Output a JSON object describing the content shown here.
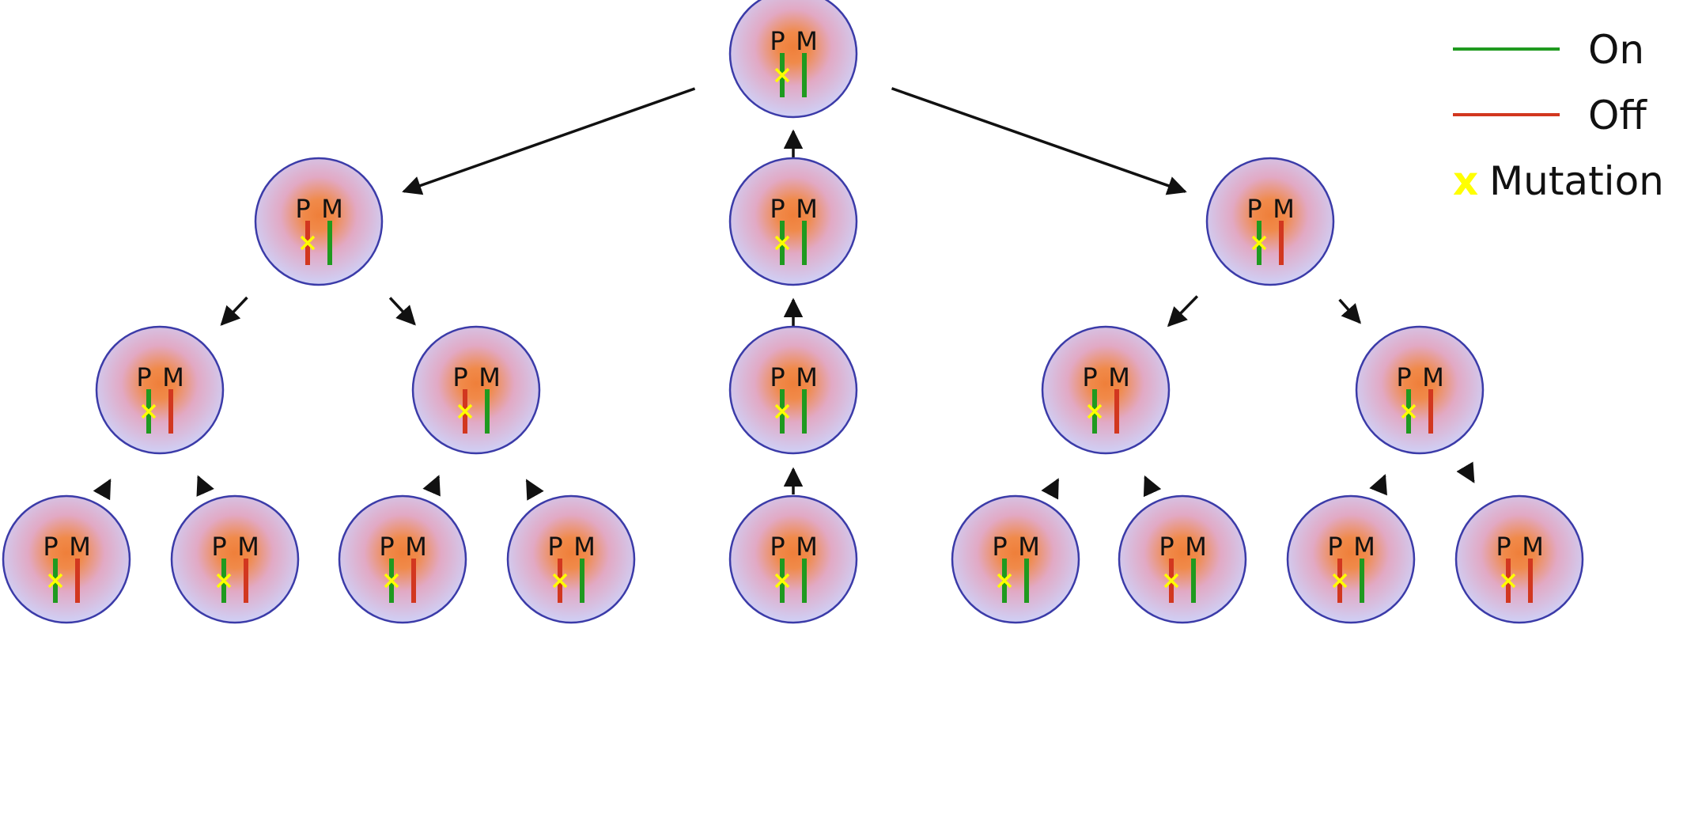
{
  "colors": {
    "on": "#1f9a1f",
    "off": "#d2371f",
    "mutation": "#ffff00",
    "cell_fill_outer": "#cfd0f6",
    "cell_fill_inner": "#ef7f3a",
    "cell_stroke": "#3b3ba8",
    "arrow": "#111111"
  },
  "legend": {
    "items": [
      {
        "kind": "line",
        "color_key": "on",
        "label": "On"
      },
      {
        "kind": "line",
        "color_key": "off",
        "label": "Off"
      },
      {
        "kind": "mark",
        "symbol": "x",
        "color_key": "mutation",
        "label": "Mutation"
      }
    ]
  },
  "cell_labels": {
    "paternal": "P",
    "maternal": "M"
  },
  "tree": {
    "root": {
      "id": "g0",
      "p": "on",
      "m": "on",
      "mutation": "p",
      "children": [
        {
          "id": "g1a",
          "p": "off",
          "m": "on",
          "mutation": "p",
          "children": [
            {
              "id": "g2a",
              "p": "on",
              "m": "off",
              "mutation": "p",
              "children": [
                {
                  "id": "g3a",
                  "p": "on",
                  "m": "off",
                  "mutation": "p"
                },
                {
                  "id": "g3b",
                  "p": "on",
                  "m": "off",
                  "mutation": "p"
                }
              ]
            },
            {
              "id": "g2b",
              "p": "off",
              "m": "on",
              "mutation": "p",
              "children": [
                {
                  "id": "g3c",
                  "p": "on",
                  "m": "off",
                  "mutation": "p"
                },
                {
                  "id": "g3d",
                  "p": "off",
                  "m": "on",
                  "mutation": "p"
                }
              ]
            }
          ]
        },
        {
          "id": "g1b",
          "p": "on",
          "m": "on",
          "mutation": "p",
          "children": [
            {
              "id": "g2c",
              "p": "on",
              "m": "on",
              "mutation": "p",
              "children": [
                {
                  "id": "g3e",
                  "p": "on",
                  "m": "on",
                  "mutation": "p"
                }
              ]
            }
          ]
        },
        {
          "id": "g1c",
          "p": "on",
          "m": "off",
          "mutation": "p",
          "children": [
            {
              "id": "g2d",
              "p": "on",
              "m": "off",
              "mutation": "p",
              "children": [
                {
                  "id": "g3f",
                  "p": "on",
                  "m": "on",
                  "mutation": "p"
                },
                {
                  "id": "g3g",
                  "p": "off",
                  "m": "on",
                  "mutation": "p"
                }
              ]
            },
            {
              "id": "g2e",
              "p": "on",
              "m": "off",
              "mutation": "p",
              "children": [
                {
                  "id": "g3h",
                  "p": "off",
                  "m": "on",
                  "mutation": "p"
                },
                {
                  "id": "g3i",
                  "p": "off",
                  "m": "off",
                  "mutation": "p"
                }
              ]
            }
          ]
        }
      ]
    }
  }
}
